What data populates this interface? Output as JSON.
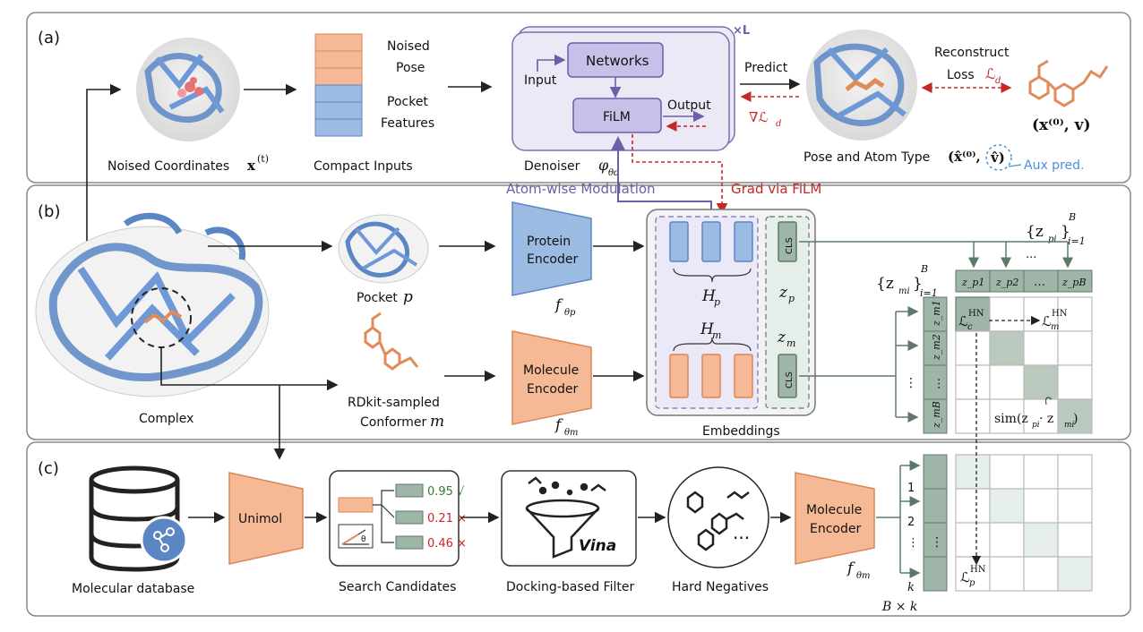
{
  "panels": {
    "a": "(a)",
    "b": "(b)",
    "c": "(c)"
  },
  "panel_a": {
    "noised_coords_label": "Noised Coordinates",
    "noised_coords_math": "x",
    "noised_coords_sup": "(t)",
    "noised_pose": [
      "Noised",
      "Pose"
    ],
    "pocket_features": [
      "Pocket",
      "Features"
    ],
    "compact_inputs": "Compact Inputs",
    "times_L": "×L",
    "networks": "Networks",
    "input": "Input",
    "film": "FiLM",
    "output": "Output",
    "denoiser": "Denoiser",
    "denoiser_math": "φ",
    "denoiser_sub": "θd",
    "predict": "Predict",
    "grad_L": "∇ℒ",
    "grad_L_sub": "d",
    "reconstruct": "Reconstruct",
    "loss": "Loss",
    "loss_math": "ℒ",
    "loss_sub": "d",
    "target": "(x⁽⁰⁾, v)",
    "pose_atom_label": "Pose and Atom Type",
    "pose_atom_math": "(x̂⁽⁰⁾,",
    "v_hat": "v̂)",
    "aux_pred": "Aux pred."
  },
  "panel_b": {
    "atom_mod": "Atom-wise Modulation",
    "grad_film": "Grad via FiLM",
    "complex": "Complex",
    "pocket": "Pocket",
    "pocket_math": "p",
    "rdkit": "RDkit-sampled",
    "conformer": "Conformer",
    "conformer_math": "m",
    "protein_encoder": [
      "Protein",
      "Encoder"
    ],
    "molecule_encoder": [
      "Molecule",
      "Encoder"
    ],
    "f_p": "f",
    "f_p_sub": "θp",
    "f_m": "f",
    "f_m_sub": "θm",
    "Hp": "H",
    "Hp_sub": "p",
    "Hm": "H",
    "Hm_sub": "m",
    "zp": "z",
    "zp_sub": "p",
    "zm": "z",
    "zm_sub": "m",
    "cls": "CLS",
    "embeddings": "Embeddings",
    "zp_set": "{z",
    "zp_set_sub": "pi",
    "zp_set_end": "}",
    "zp_set_range": "i=1",
    "zp_set_B": "B",
    "zm_set": "{z",
    "zm_set_sub": "mi",
    "zm_set_end": "}",
    "zm_set_range": "i=1",
    "zm_set_B": "B",
    "zp_cols": [
      "z_p1",
      "z_p2",
      "…",
      "z_pB"
    ],
    "zm_rows": [
      "z_m1",
      "z_m2",
      "…",
      "z_mB"
    ],
    "Lc_HN": "ℒ",
    "Lc_sub": "c",
    "Lm_HN": "ℒ",
    "Lm_sub": "m",
    "HN": "HN",
    "sim": "sim(z",
    "sim_sub1": "pi",
    "sim_dot": " · z",
    "sim_sub2": "mi",
    "sim_end": ")"
  },
  "panel_c": {
    "molecular_database": "Molecular database",
    "unimol": "Unimol",
    "search_candidates": "Search Candidates",
    "scores": [
      {
        "value": "0.95 √",
        "color": "#2e7d32"
      },
      {
        "value": "0.21 ×",
        "color": "#c62828"
      },
      {
        "value": "0.46 ×",
        "color": "#c62828"
      }
    ],
    "theta": "θ",
    "vina": "Vina",
    "docking_filter": "Docking-based Filter",
    "hard_negatives": "Hard Negatives",
    "dots": "···",
    "molecule_encoder": [
      "Molecule",
      "Encoder"
    ],
    "f_m": "f",
    "f_m_sub": "θm",
    "row_labels": [
      "1",
      "2",
      "⋮",
      "k"
    ],
    "stack_dots": "⋮",
    "bxk": "B × k",
    "Lp_HN": "ℒ",
    "Lp_sub": "p",
    "HN": "HN"
  },
  "colors": {
    "orange": "#f5b995",
    "orange_stroke": "#d9875a",
    "blue": "#9cbbe3",
    "blue_stroke": "#5b86c4",
    "purple_fill": "#ece9f7",
    "purple_stroke": "#7b6fae",
    "green_gray": "#9fb5a7",
    "green_stroke": "#5d7a68",
    "red": "#c62828",
    "aux_blue": "#4a90d9"
  }
}
